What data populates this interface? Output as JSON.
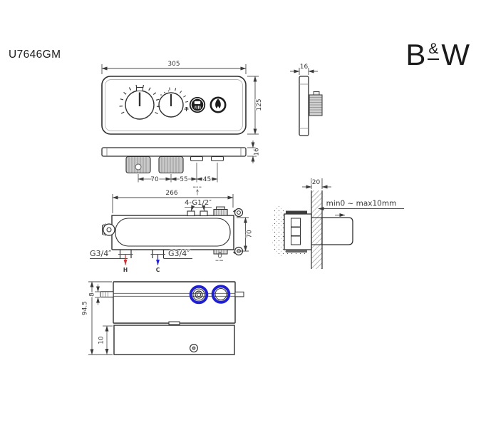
{
  "product": {
    "model": "U7646GM"
  },
  "brand": {
    "letter_b": "B",
    "ampersand": "&",
    "letter_w": "W"
  },
  "views": {
    "front": {
      "width": "305",
      "height": "125"
    },
    "side": {
      "thickness": "16"
    },
    "bottom_edge": {
      "thickness": "16",
      "knob_spacing": "70",
      "spacing_mid": "55",
      "spacing_right": "45"
    },
    "rough_in": {
      "width": "266",
      "top_ports_label": "4-G1/2″",
      "height": "70",
      "inlet_left_label": "G3/4″",
      "inlet_mid_label": "G3/4″",
      "hot_label": "H",
      "cold_label": "C"
    },
    "wall_section": {
      "wall_thickness": "20",
      "depth_range_label": "min0 ~ max10mm"
    },
    "assembly": {
      "height": "94.5",
      "stub_dim": "8",
      "inset_dim": "10"
    }
  },
  "colors": {
    "line": "#3a3a3a",
    "accent_blue": "#2020cf",
    "accent_red": "#cc3333"
  }
}
